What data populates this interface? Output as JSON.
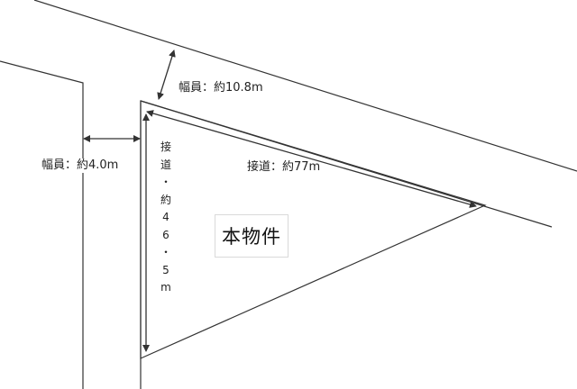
{
  "labels": {
    "road_width_top": "幅員：約10.8m",
    "road_width_left": "幅員：約4.0m",
    "frontage_top": "接道：約77m",
    "frontage_left_chars": [
      "接",
      "道",
      "・",
      "約",
      "4",
      "6",
      "・",
      "5",
      "m"
    ],
    "property": "本物件"
  },
  "colors": {
    "line": "#333333",
    "background": "#ffffff"
  }
}
